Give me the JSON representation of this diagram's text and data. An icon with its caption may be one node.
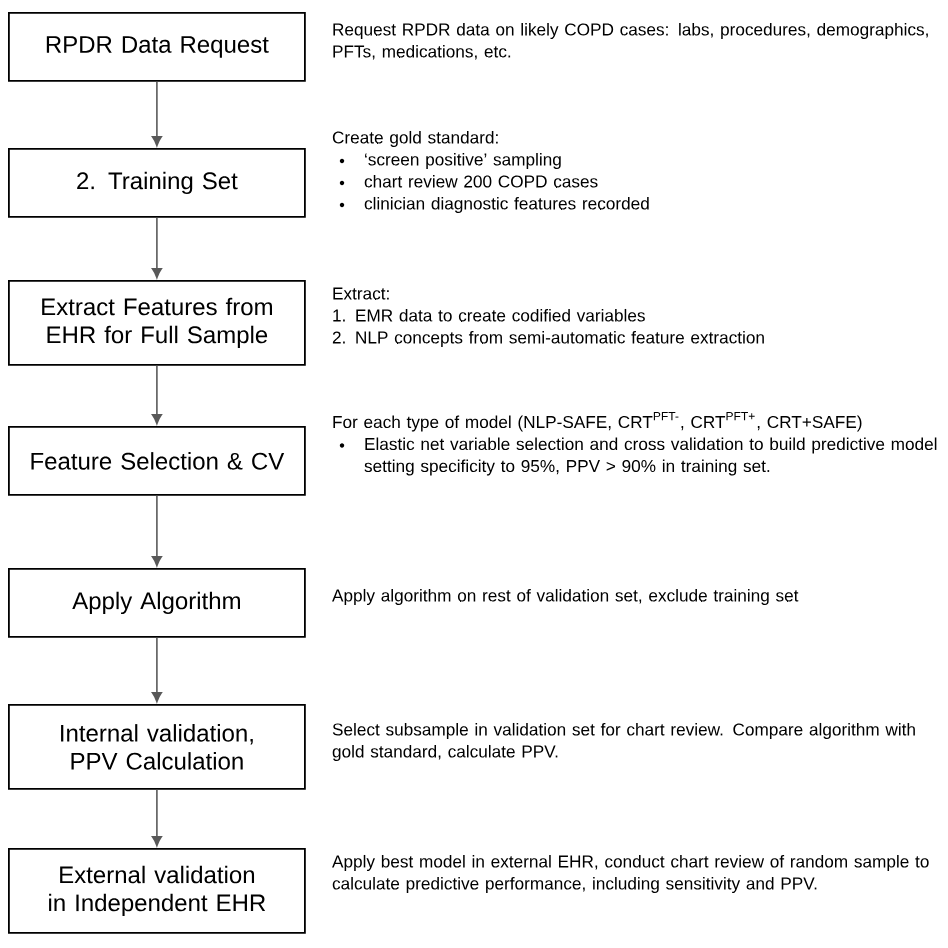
{
  "diagram": {
    "nodes": [
      {
        "text": [
          "RPDR Data Request"
        ],
        "beside": [
          "Request RPDR data on likely COPD cases: labs, procedures, demographics, PFTs, medications, etc."
        ]
      },
      {
        "text": [
          "2. Training Set"
        ],
        "beside": [
          "Create gold standard:",
          "‘screen positive’ sampling",
          "chart review 200 COPD cases",
          "clinician diagnostic features recorded"
        ]
      },
      {
        "text": [
          "Extract Features from EHR for Full Sample"
        ],
        "beside": [
          "Extract:",
          "1. EMR data to create codified variables",
          "2. NLP concepts from semi-automatic feature extraction"
        ]
      },
      {
        "text": [
          "Feature Selection & CV"
        ],
        "beside": [
          "For each type of model (NLP-SAFE, CRT$^{PFT-}$, CRT$^{PFT+}$, CRT+SAFE)",
          "Elastic net variable selection and cross validation to build predictive model setting specificity to 95%, PPV > 90% in training set."
        ]
      },
      {
        "text": [
          "Apply Algorithm"
        ],
        "beside": [
          "Apply algorithm on rest of validation set, exclude training set"
        ]
      },
      {
        "text": [
          "Internal validation, PPV Calculation"
        ],
        "beside": [
          "Select subsample in validation set for chart review. Compare algorithm with gold standard, calculate PPV."
        ]
      },
      {
        "text": [
          "External validation in Independent EHR"
        ],
        "beside": [
          "Apply best model in external EHR, conduct chart review of random sample to calculate predictive performance, including sensitivity and PPV."
        ]
      }
    ],
    "edges": [
      {
        "from": 0,
        "to": 1,
        "arrow": "to"
      },
      {
        "from": 1,
        "to": 2,
        "arrow": "to"
      },
      {
        "from": 2,
        "to": 3,
        "arrow": "to"
      },
      {
        "from": 3,
        "to": 4,
        "arrow": "to"
      },
      {
        "from": 4,
        "to": 5,
        "arrow": "to"
      },
      {
        "from": 5,
        "to": 6,
        "arrow": "to"
      }
    ]
  }
}
